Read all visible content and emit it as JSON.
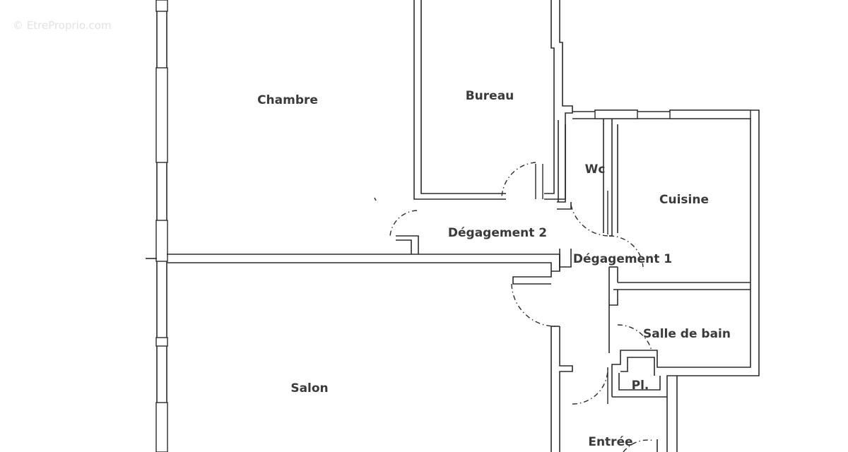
{
  "watermark": "© EtreProprio.com",
  "rooms": {
    "chambre": "Chambre",
    "bureau": "Bureau",
    "wc": "Wc",
    "cuisine": "Cuisine",
    "degagement2": "Dégagement 2",
    "degagement1": "Dégagement 1",
    "salon": "Salon",
    "salle_de_bain": "Salle de bain",
    "placard": "Pl.",
    "entree": "Entrée"
  },
  "icons": {
    "door": "door-swing-icon",
    "window": "window-icon"
  }
}
